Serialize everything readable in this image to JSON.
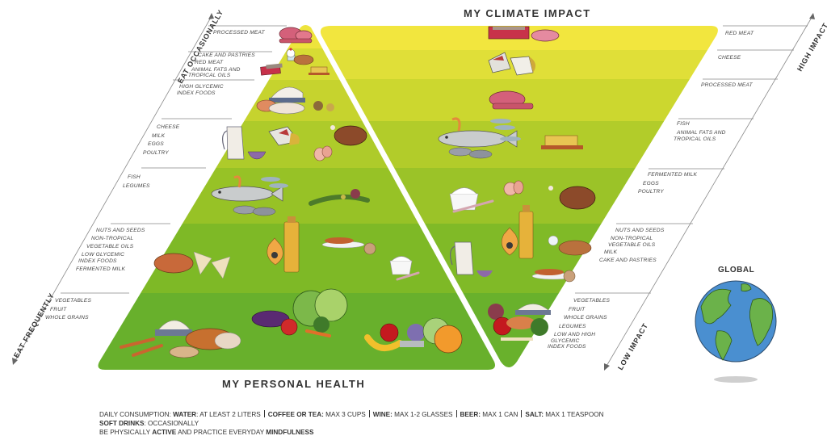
{
  "titles": {
    "climate": "MY CLIMATE IMPACT",
    "health": "MY PERSONAL HEALTH",
    "global": "GLOBAL"
  },
  "axes": {
    "eat_occasionally": "EAT OCCASIONALLY",
    "eat_frequently": "EAT FREQUENTLY",
    "high_impact": "HIGH IMPACT",
    "low_impact": "LOW IMPACT"
  },
  "health_pyramid": {
    "levels": [
      {
        "items": [
          "PROCESSED MEAT"
        ]
      },
      {
        "items": [
          "CAKE AND PASTRIES",
          "RED MEAT",
          "ANIMAL FATS  AND",
          "TROPICAL OILS"
        ]
      },
      {
        "items": [
          "HIGH GLYCEMIC",
          "INDEX FOODS"
        ]
      },
      {
        "items": [
          "CHEESE",
          "MILK",
          "EGGS",
          "POULTRY"
        ]
      },
      {
        "items": [
          "FISH",
          "LEGUMES"
        ]
      },
      {
        "items": [
          "NUTS AND SEEDS",
          "NON-TROPICAL",
          "VEGETABLE OILS",
          "LOW GLYCEMIC",
          "INDEX FOODS",
          "FERMENTED MILK"
        ]
      },
      {
        "items": [
          "VEGETABLES",
          "FRUIT",
          "WHOLE GRAINS"
        ]
      }
    ],
    "colors": [
      "#f0e43c",
      "#d8dc34",
      "#c8d42e",
      "#afcb2a",
      "#98c326",
      "#7fba26",
      "#68b02c"
    ]
  },
  "climate_pyramid": {
    "levels": [
      {
        "items": [
          "RED MEAT"
        ]
      },
      {
        "items": [
          "CHEESE"
        ]
      },
      {
        "items": [
          "PROCESSED  MEAT"
        ]
      },
      {
        "items": [
          "FISH",
          "ANIMAL FATS AND",
          "TROPICAL OILS"
        ]
      },
      {
        "items": [
          "FERMENTED MILK",
          "EGGS",
          "POULTRY"
        ]
      },
      {
        "items": [
          "NUTS AND SEEDS",
          "NON-TROPICAL",
          "VEGETABLE OILS",
          "MILK",
          "CAKE AND PASTRIES"
        ]
      },
      {
        "items": [
          "VEGETABLES",
          "FRUIT",
          "WHOLE GRAINS",
          "LEGUMES",
          "LOW AND HIGH",
          "GLYCEMIC",
          "INDEX FOODS"
        ]
      }
    ],
    "colors": [
      "#f2e63e",
      "#e0df38",
      "#ccd72f",
      "#b4cd2a",
      "#9cc428",
      "#82bb27",
      "#6ab22c"
    ]
  },
  "footer": {
    "line1": {
      "prefix": "DAILY CONSUMPTION: ",
      "water_label": "WATER",
      "water_value": ": AT LEAST 2 LITERS",
      "coffee_label": "COFFEE OR TEA:",
      "coffee_value": " MAX 3 CUPS",
      "wine_label": "WINE:",
      "wine_value": " MAX 1-2 GLASSES",
      "beer_label": "BEER:",
      "beer_value": " MAX 1 CAN",
      "salt_label": "SALT:",
      "salt_value": " MAX 1 TEASPOON"
    },
    "line2": {
      "soft_label": "SOFT DRINKS",
      "soft_value": ": OCCASIONALLY"
    },
    "line3": {
      "pre": "BE PHYSICALLY ",
      "active": "ACTIVE",
      "mid": " AND PRACTICE EVERYDAY ",
      "mindfulness": "MINDFULNESS"
    }
  },
  "icons": [
    "processed-meat-icon",
    "cupcake-icon",
    "croissant-icon",
    "red-meat-icon",
    "butter-icon",
    "flour-bowl-icon",
    "potato-icon",
    "milk-jug-icon",
    "cheese-icon",
    "roast-chicken-icon",
    "egg-icon",
    "shrimp-icon",
    "fish-icon",
    "mussel-icon",
    "legume-icon",
    "olive-oil-icon",
    "nuts-icon",
    "yogurt-icon",
    "bread-icon",
    "pasta-icon",
    "vegetables-icon",
    "fruit-icon",
    "globe-icon"
  ]
}
